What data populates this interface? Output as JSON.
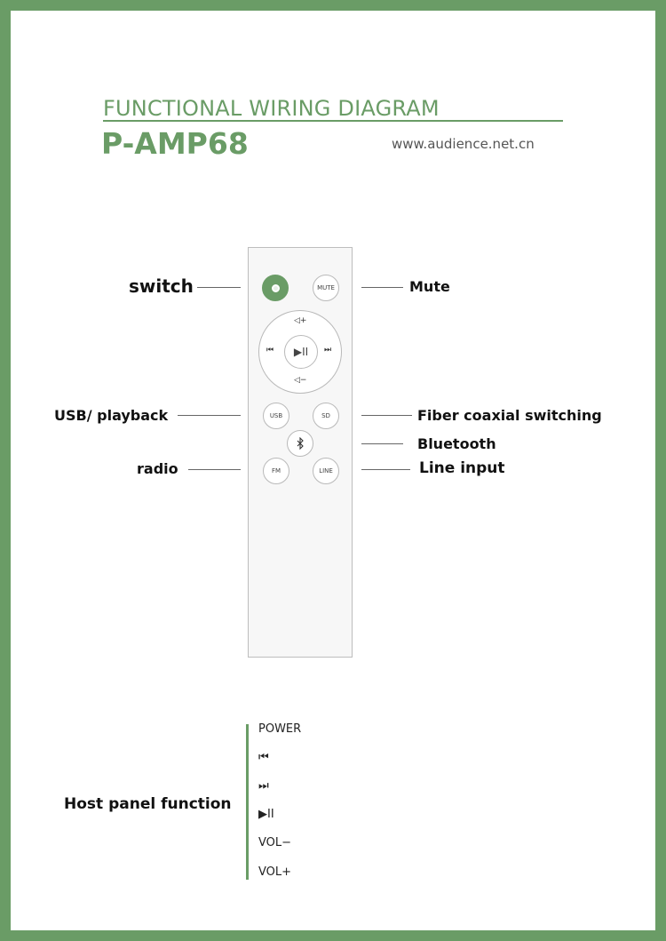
{
  "header": {
    "title": "FUNCTIONAL WIRING DIAGRAM",
    "model": "P-AMP68",
    "website": "www.audience.net.cn"
  },
  "remote": {
    "power_icon": "power-icon",
    "mute": "MUTE",
    "vol_up": "◁+",
    "vol_down": "◁−",
    "prev": "⏮",
    "next": "⏭",
    "play_pause": "▶II",
    "usb": "USB",
    "sd": "SD",
    "bluetooth_icon": "bluetooth-icon",
    "fm": "FM",
    "line": "LINE"
  },
  "labels": {
    "switch": "switch",
    "mute": "Mute",
    "usb_playback": "USB/ playback",
    "fiber": "Fiber coaxial switching",
    "bluetooth": "Bluetooth",
    "radio": "radio",
    "line_input": "Line input"
  },
  "host_panel": {
    "label": "Host panel function",
    "items": [
      "POWER",
      "⏮",
      "⏭",
      "▶II",
      "VOL−",
      "VOL+"
    ]
  },
  "colors": {
    "accent": "#6a9c66",
    "frame": "#6a9c66"
  }
}
